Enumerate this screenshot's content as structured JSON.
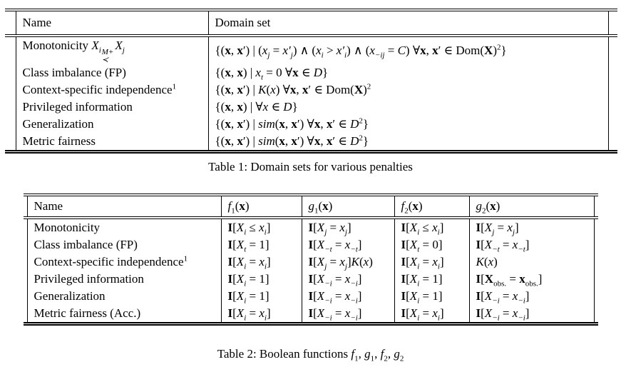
{
  "table1": {
    "caption": "Table 1: Domain sets for various penalties",
    "columns": [
      "Name",
      "Domain set"
    ],
    "rows": [
      {
        "name": "Monotonicity <i>X<sub>i</sub></i><span class=\"stk\"><span>M+</span><span>≺</span></span><i>X<sub>j</sub></i>",
        "domain": "{(<b>x</b>, <b>x</b>′) | (<i>x<sub>j</sub></i> = <i>x′<sub>j</sub></i>) ∧ (<i>x<sub>i</sub></i> &gt; <i>x′<sub>i</sub></i>) ∧ (<i>x<sub>−ij</sub></i> = <i>C</i>) ∀<b>x</b>, <b>x</b>′ ∈ Dom(<b>X</b>)<sup>2</sup>}"
      },
      {
        "name": "Class imbalance (FP)",
        "domain": "{(<b>x</b>, <b>x</b>) | <i>x<sub>t</sub></i> = 0 ∀<b>x</b> ∈ <i>D</i>}"
      },
      {
        "name": "Context-specific independence<sup>1</sup>",
        "domain": "{(<b>x</b>, <b>x</b>′) | <i>K</i>(<i>x</i>) ∀<b>x</b>, <b>x</b>′ ∈ Dom(<b>X</b>)<sup>2</sup>"
      },
      {
        "name": "Privileged information",
        "domain": "{(<b>x</b>, <b>x</b>) | ∀<i>x</i> ∈ <i>D</i>}"
      },
      {
        "name": "Generalization",
        "domain": "{(<b>x</b>, <b>x</b>′) | <i>sim</i>(<b>x</b>, <b>x</b>′) ∀<b>x</b>, <b>x</b>′ ∈ <i>D</i><sup>2</sup>}"
      },
      {
        "name": "Metric fairness",
        "domain": "{(<b>x</b>, <b>x</b>′) | <i>sim</i>(<b>x</b>, <b>x</b>′) ∀<b>x</b>, <b>x</b>′ ∈ <i>D</i><sup>2</sup>}"
      }
    ]
  },
  "table2": {
    "caption": "Table 2: Boolean functions <i>f</i><sub>1</sub>, <i>g</i><sub>1</sub>, <i>f</i><sub>2</sub>, <i>g</i><sub>2</sub>",
    "columns": [
      "Name",
      "<i>f</i><sub>1</sub>(<b>x</b>)",
      "<i>g</i><sub>1</sub>(<b>x</b>)",
      "<i>f</i><sub>2</sub>(<b>x</b>)",
      "<i>g</i><sub>2</sub>(<b>x</b>)"
    ],
    "rows": [
      {
        "name": "Monotonicity",
        "f1": "<b>I</b>[<i>X<sub>i</sub></i> ≤ <i>x<sub>i</sub></i>]",
        "g1": "<b>I</b>[<i>X<sub>j</sub></i> = <i>x<sub>j</sub></i>]",
        "f2": "<b>I</b>[<i>X<sub>i</sub></i> ≤ <i>x<sub>i</sub></i>]",
        "g2": "<b>I</b>[<i>X<sub>j</sub></i> = <i>x<sub>j</sub></i>]"
      },
      {
        "name": "Class imbalance (FP)",
        "f1": "<b>I</b>[<i>X<sub>t</sub></i> = 1]",
        "g1": "<b>I</b>[<i>X<sub>−t</sub></i> = <i>x<sub>−t</sub></i>]",
        "f2": "<b>I</b>[<i>X<sub>t</sub></i> = 0]",
        "g2": "<b>I</b>[<i>X<sub>−t</sub></i> = <i>x<sub>−t</sub></i>]"
      },
      {
        "name": "Context-specific independence<sup>1</sup>",
        "f1": "<b>I</b>[<i>X<sub>i</sub></i> = <i>x<sub>i</sub></i>]",
        "g1": "<b>I</b>[<i>X<sub>j</sub></i> = <i>x<sub>j</sub></i>]<i>K</i>(<i>x</i>)",
        "f2": "<b>I</b>[<i>X<sub>i</sub></i> = <i>x<sub>i</sub></i>]",
        "g2": "<i>K</i>(<i>x</i>)"
      },
      {
        "name": "Privileged information",
        "f1": "<b>I</b>[<i>X<sub>i</sub></i> = 1]",
        "g1": "<b>I</b>[<i>X<sub>−i</sub></i> = <i>x<sub>−i</sub></i>]",
        "f2": "<b>I</b>[<i>X<sub>i</sub></i> = 1]",
        "g2": "<b>I</b>[<b>X</b><sub>obs.</sub> = <b>x</b><sub>obs.</sub>]"
      },
      {
        "name": "Generalization",
        "f1": "<b>I</b>[<i>X<sub>i</sub></i> = 1]",
        "g1": "<b>I</b>[<i>X<sub>−i</sub></i> = <i>x<sub>−i</sub></i>]",
        "f2": "<b>I</b>[<i>X<sub>i</sub></i> = 1]",
        "g2": "<b>I</b>[<i>X<sub>−i</sub></i> = <i>x<sub>−i</sub></i>]"
      },
      {
        "name": "Metric fairness (Acc.)",
        "f1": "<b>I</b>[<i>X<sub>i</sub></i> = <i>x<sub>i</sub></i>]",
        "g1": "<b>I</b>[<i>X<sub>−i</sub></i> = <i>x<sub>−i</sub></i>]",
        "f2": "<b>I</b>[<i>X<sub>i</sub></i> = <i>x<sub>i</sub></i>]",
        "g2": "<b>I</b>[<i>X<sub>−i</sub></i> = <i>x<sub>−i</sub></i>]"
      }
    ]
  }
}
